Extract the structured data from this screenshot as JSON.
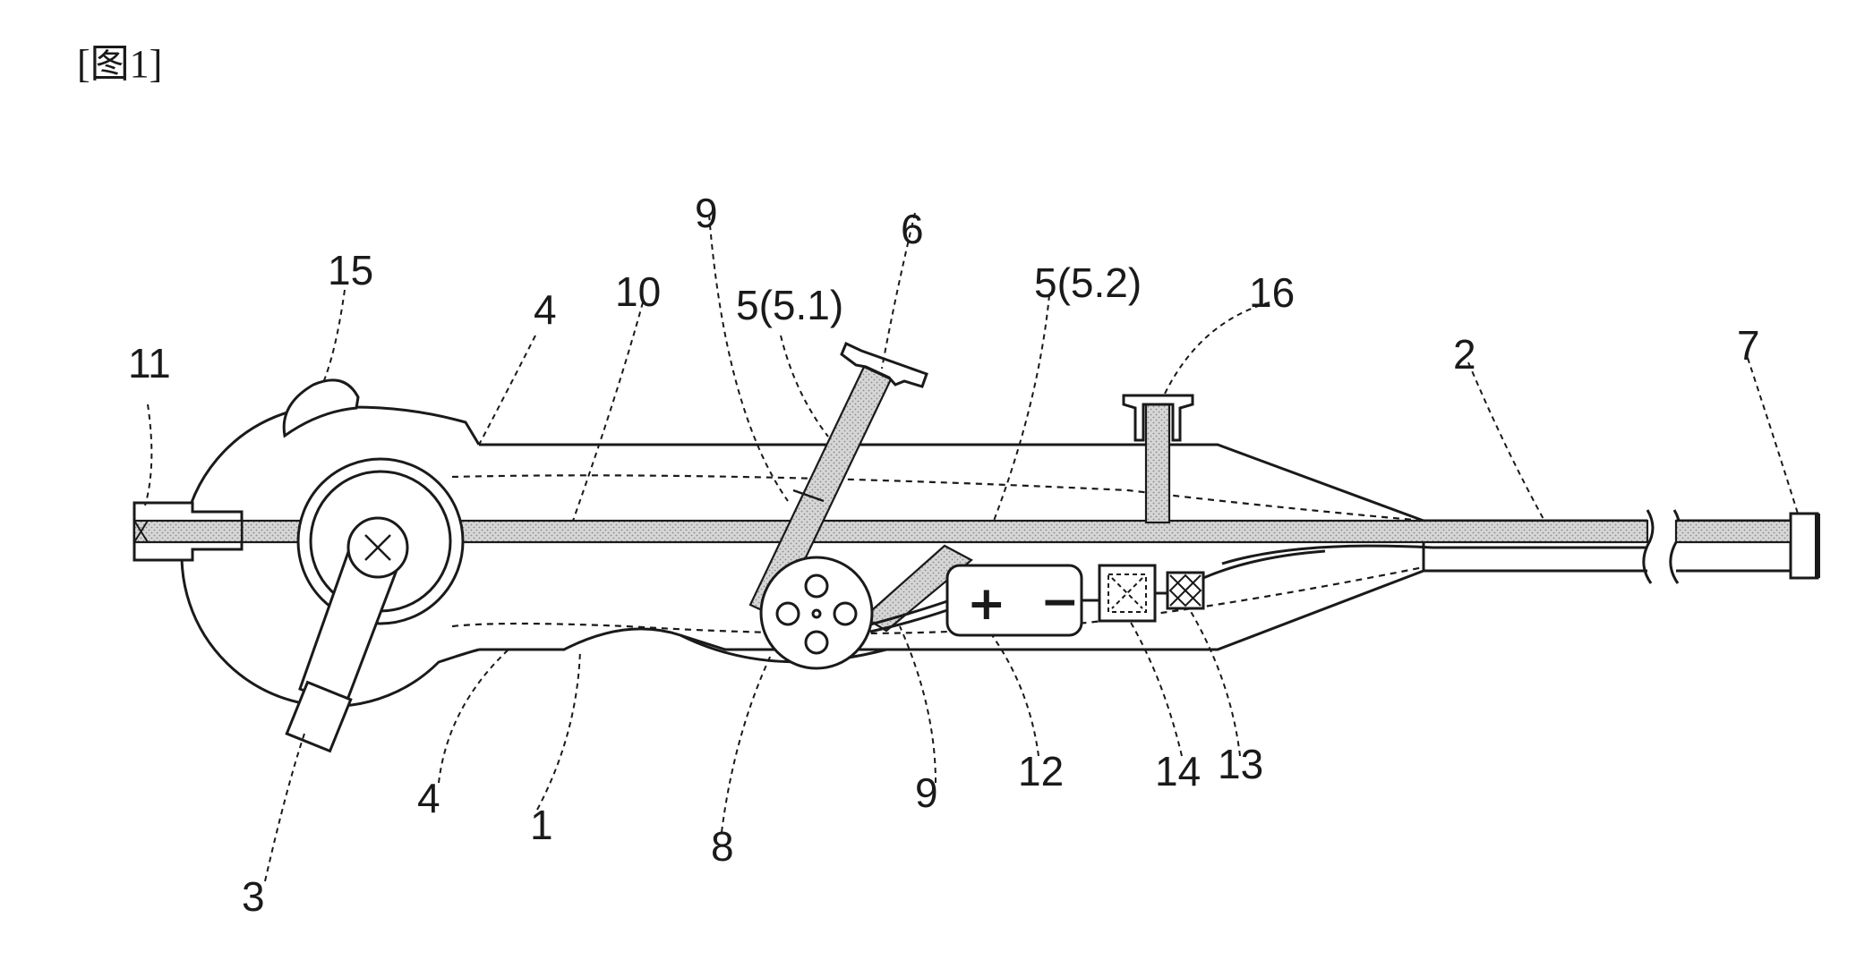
{
  "caption": "[图1]",
  "labels": {
    "l1": "1",
    "l2": "2",
    "l3": "3",
    "l4_top": "4",
    "l4_bottom": "4",
    "l5_1": "5(5.1)",
    "l5_2": "5(5.2)",
    "l6": "6",
    "l7": "7",
    "l8": "8",
    "l9_top": "9",
    "l9_bottom": "9",
    "l10": "10",
    "l11": "11",
    "l12": "12",
    "l13": "13",
    "l14": "14",
    "l15": "15",
    "l16": "16"
  },
  "battery": {
    "plus": "+",
    "minus": "−"
  },
  "colors": {
    "line": "#1a1a1a",
    "hatch_fill": "#d9d9d9",
    "background": "#ffffff"
  }
}
